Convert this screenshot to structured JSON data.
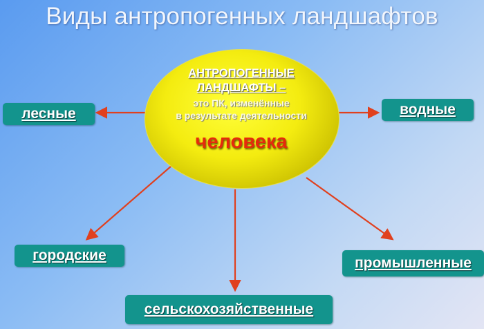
{
  "title": "Виды антропогенных ландшафтов",
  "center": {
    "line1": "АНТРОПОГЕННЫЕ",
    "line2": "ЛАНДШАФТЫ –",
    "line3": "это ПК, изменённые",
    "line4": "в результате деятельности",
    "line5": "человека"
  },
  "types": [
    {
      "id": "forest",
      "label": "лесные"
    },
    {
      "id": "water",
      "label": "водные"
    },
    {
      "id": "urban",
      "label": "городские"
    },
    {
      "id": "agricultural",
      "label": "сельскохозяйственные"
    },
    {
      "id": "industrial",
      "label": "промышленные"
    }
  ],
  "colors": {
    "box": "#13948d",
    "arrow": "#e0401e",
    "ellipse": "#f4ec10",
    "accent_text": "#e52a0c"
  }
}
